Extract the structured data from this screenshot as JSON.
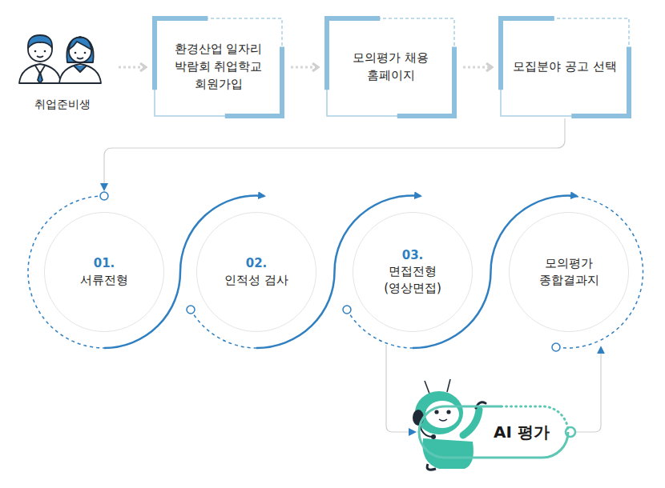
{
  "diagram": {
    "nodes": [
      {
        "text": [
          "취업준비생"
        ]
      },
      {
        "text": [
          "환경산업 일자리 박람회 취업학교 회원가입"
        ]
      },
      {
        "text": [
          "모의평가 채용 홈페이지"
        ]
      },
      {
        "text": [
          "모집분야 공고 선택"
        ]
      },
      {
        "text": [
          "01.",
          "서류전형"
        ]
      },
      {
        "text": [
          "02.",
          "인적성 검사"
        ]
      },
      {
        "text": [
          "03.",
          "면접전형 (영상면접)"
        ]
      },
      {
        "text": [
          "모의평가 종합결과지"
        ]
      },
      {
        "text": [
          "AI 평가"
        ]
      }
    ],
    "edges": [
      {
        "from": 0,
        "to": 1,
        "arrow": "to"
      },
      {
        "from": 1,
        "to": 2,
        "arrow": "to"
      },
      {
        "from": 2,
        "to": 3,
        "arrow": "to"
      },
      {
        "from": 3,
        "to": 4,
        "arrow": "to"
      },
      {
        "from": 4,
        "to": 5,
        "arrow": "to"
      },
      {
        "from": 5,
        "to": 6,
        "arrow": "to"
      },
      {
        "from": 6,
        "to": 7,
        "arrow": "to"
      },
      {
        "from": 6,
        "to": 8,
        "arrow": "to"
      },
      {
        "from": 8,
        "to": 7,
        "arrow": "to"
      }
    ]
  }
}
